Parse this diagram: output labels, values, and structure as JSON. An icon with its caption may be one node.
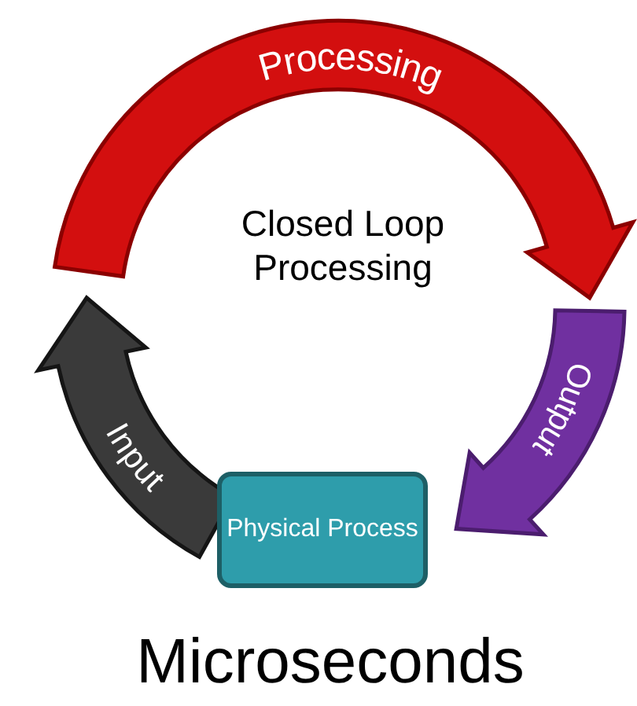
{
  "diagram": {
    "nodes": [
      {
        "text": [
          "Processing"
        ]
      },
      {
        "text": [
          "Physical Process"
        ]
      }
    ],
    "edges": [
      {
        "from": 0,
        "to": 1,
        "arrow": "to",
        "label": "Output"
      },
      {
        "from": 1,
        "to": 0,
        "arrow": "to",
        "label": "Input"
      }
    ],
    "labels": [
      "Closed Loop Processing",
      "Microseconds"
    ]
  }
}
